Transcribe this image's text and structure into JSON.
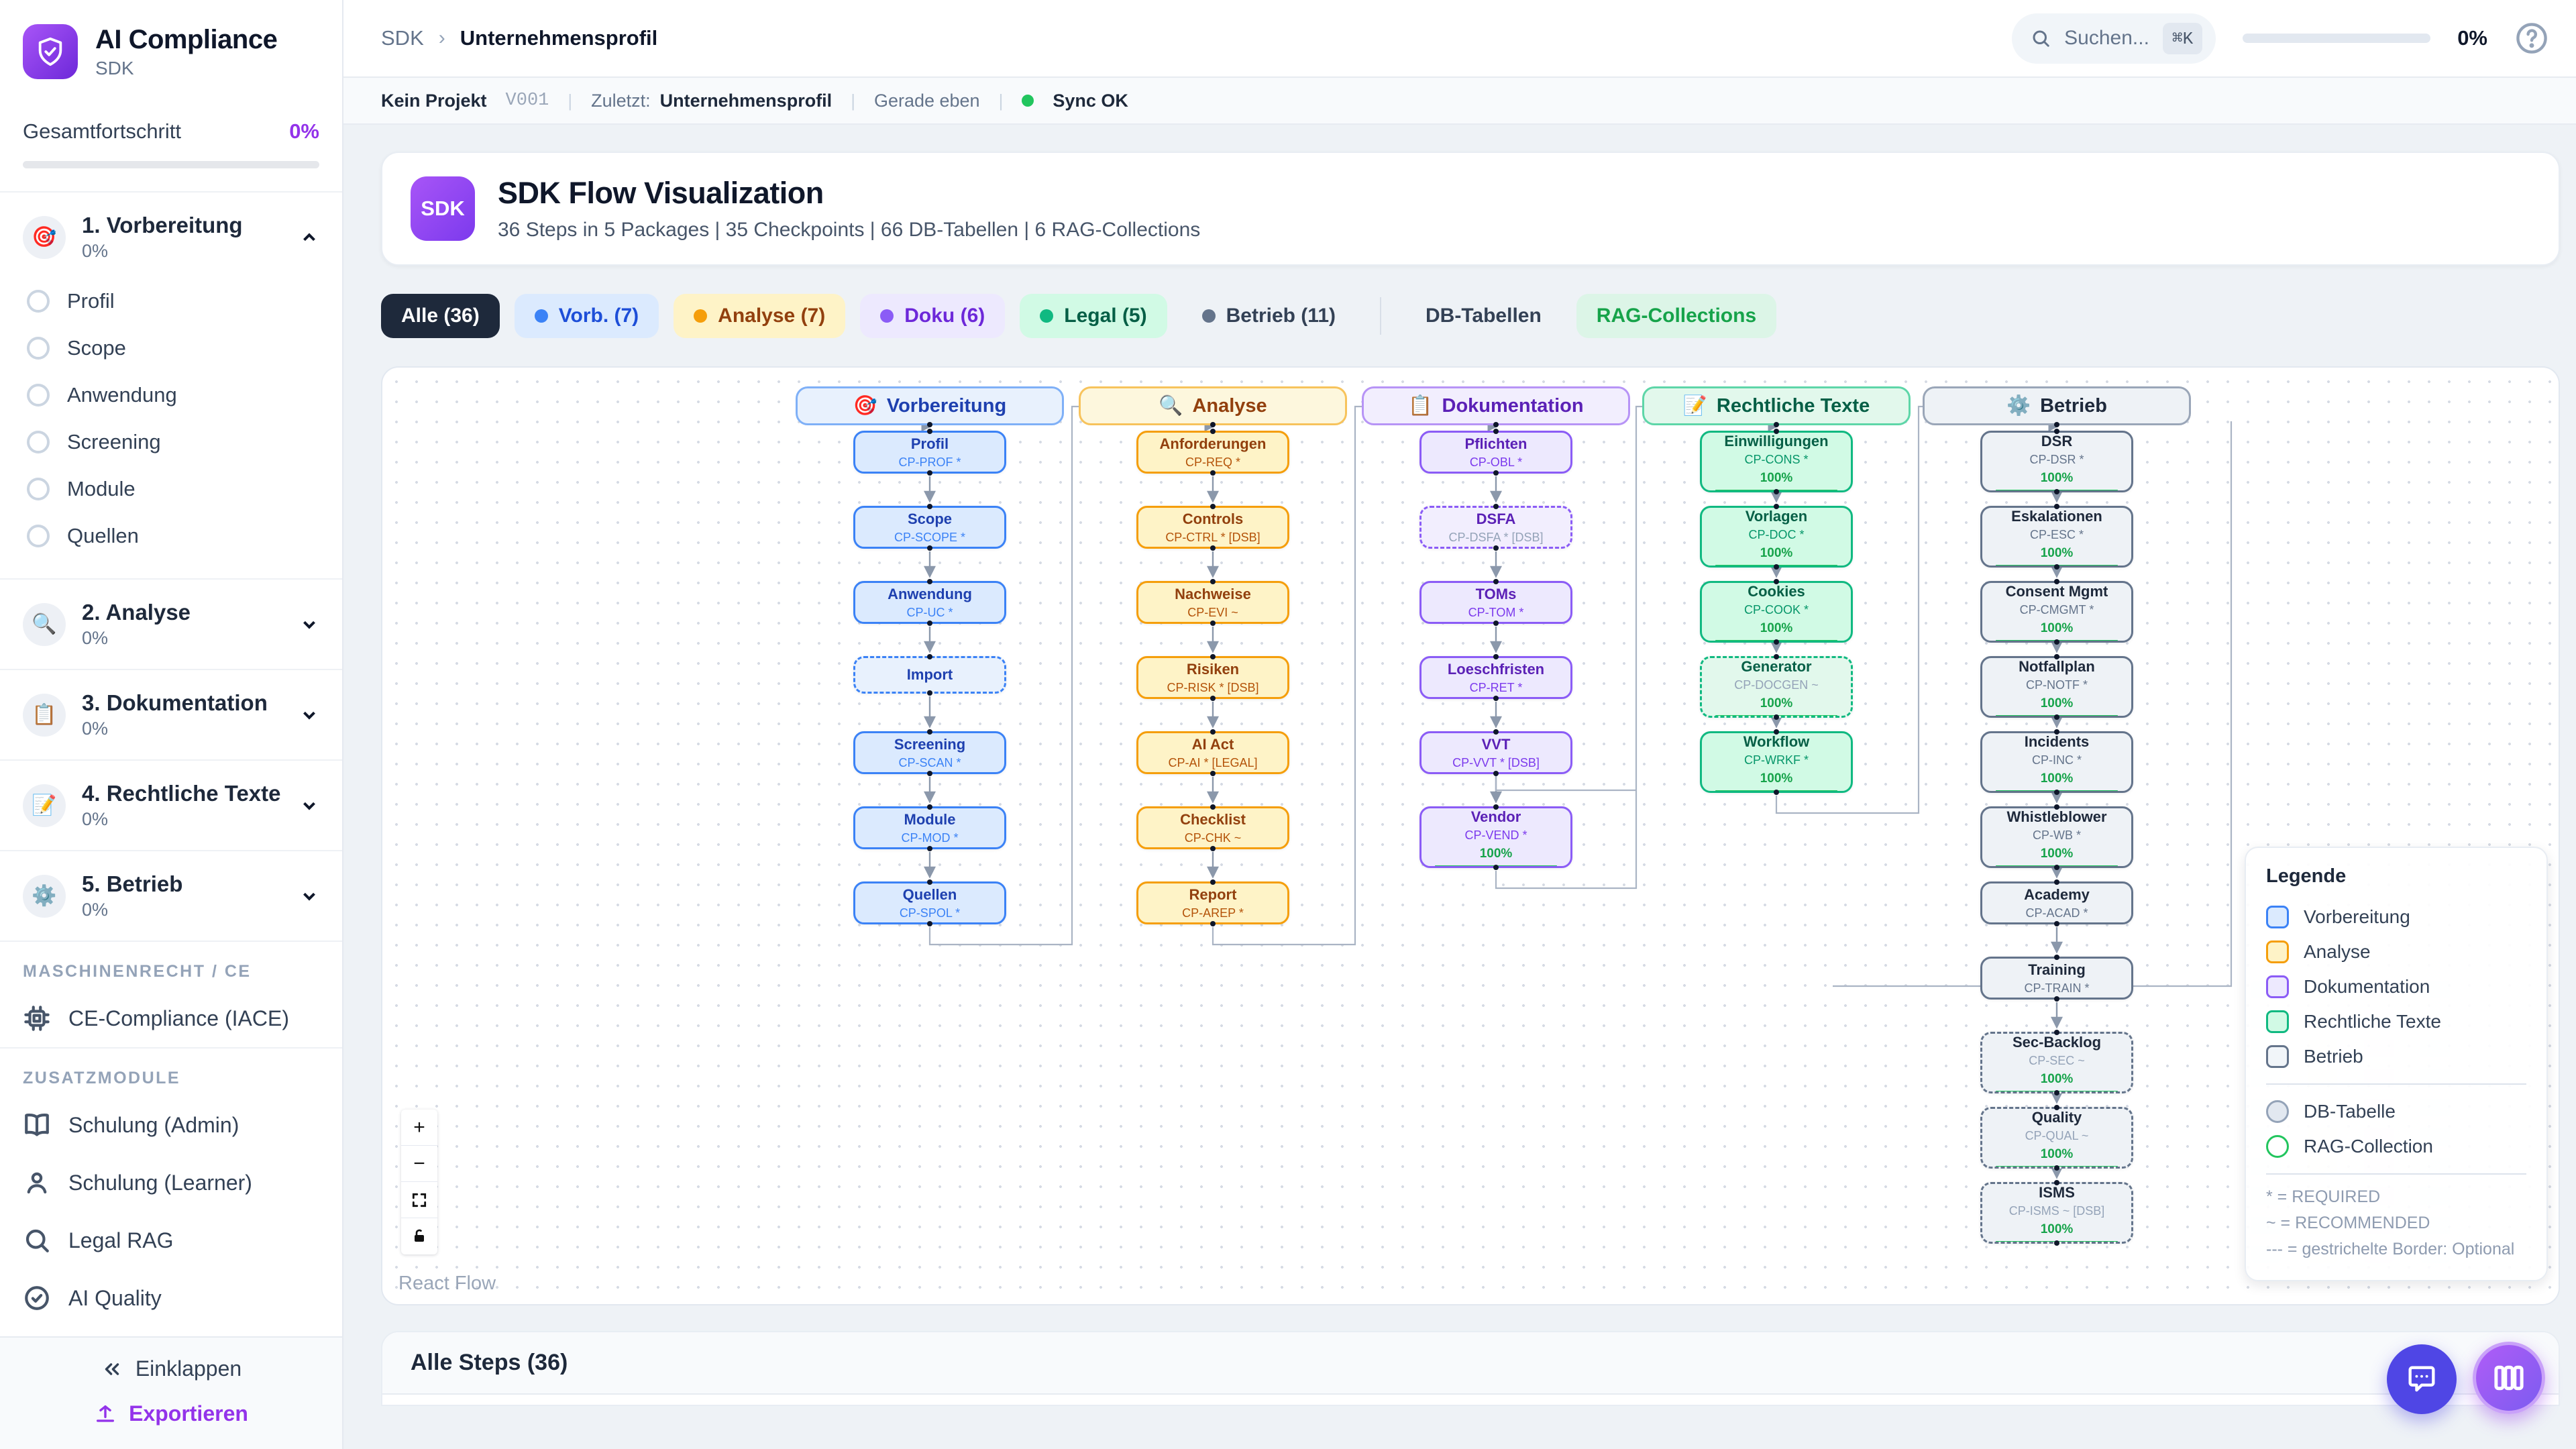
{
  "sidebar": {
    "app_title": "AI Compliance",
    "app_subtitle": "SDK",
    "overall_label": "Gesamtfortschritt",
    "overall_value": "0%",
    "sections": [
      {
        "icon": "🎯",
        "label": "1. Vorbereitung",
        "percent": "0%",
        "expanded": true,
        "items": [
          "Profil",
          "Scope",
          "Anwendung",
          "Screening",
          "Module",
          "Quellen"
        ]
      },
      {
        "icon": "🔍",
        "label": "2. Analyse",
        "percent": "0%",
        "expanded": false,
        "items": []
      },
      {
        "icon": "📋",
        "label": "3. Dokumentation",
        "percent": "0%",
        "expanded": false,
        "items": []
      },
      {
        "icon": "📝",
        "label": "4. Rechtliche Texte",
        "percent": "0%",
        "expanded": false,
        "items": []
      },
      {
        "icon": "⚙️",
        "label": "5. Betrieb",
        "percent": "0%",
        "expanded": false,
        "items": []
      }
    ],
    "group_machine_label": "MASCHINENRECHT / CE",
    "machine_item": "CE-Compliance (IACE)",
    "group_extra_label": "ZUSATZMODULE",
    "extras": [
      {
        "icon": "book",
        "label": "Schulung (Admin)"
      },
      {
        "icon": "person",
        "label": "Schulung (Learner)"
      },
      {
        "icon": "search",
        "label": "Legal RAG"
      },
      {
        "icon": "check-circle",
        "label": "AI Quality"
      }
    ],
    "collapse_label": "Einklappen",
    "export_label": "Exportieren"
  },
  "header": {
    "breadcrumb_root": "SDK",
    "breadcrumb_current": "Unternehmensprofil",
    "search_placeholder": "Suchen...",
    "search_kbd": "⌘K",
    "progress_value": "0%"
  },
  "statusbar": {
    "project": "Kein Projekt",
    "version": "V001",
    "last_label": "Zuletzt:",
    "last_value": "Unternehmensprofil",
    "time": "Gerade eben",
    "sync": "Sync OK"
  },
  "hero": {
    "badge": "SDK",
    "title": "SDK Flow Visualization",
    "subtitle": "36 Steps in 5 Packages | 35 Checkpoints | 66 DB-Tabellen | 6 RAG-Collections"
  },
  "filters": [
    {
      "label": "Alle (36)",
      "bg": "#1e293b",
      "color": "#ffffff",
      "dot": null
    },
    {
      "label": "Vorb. (7)",
      "bg": "#dbeafe",
      "color": "#1d4ed8",
      "dot": "#3b82f6"
    },
    {
      "label": "Analyse (7)",
      "bg": "#fef3c7",
      "color": "#92400e",
      "dot": "#f59e0b"
    },
    {
      "label": "Doku (6)",
      "bg": "#ede9fe",
      "color": "#6d28d9",
      "dot": "#8b5cf6"
    },
    {
      "label": "Legal (5)",
      "bg": "#d1fae5",
      "color": "#065f46",
      "dot": "#10b981"
    },
    {
      "label": "Betrieb (11)",
      "bg": "#eef2f6",
      "color": "#334155",
      "dot": "#64748b"
    },
    {
      "type": "divider"
    },
    {
      "label": "DB-Tabellen",
      "bg": "#eef2f6",
      "color": "#334155",
      "dot": null
    },
    {
      "label": "RAG-Collections",
      "bg": "#dcf5e7",
      "color": "#16a34a",
      "dot": null
    }
  ],
  "flow": {
    "columns": [
      {
        "id": "vorbereitung",
        "icon": "🎯",
        "label": "Vorbereitung",
        "accent": "#3b82f6",
        "head_border": "#7fb0f7",
        "bg": "#dbeafe",
        "bg_dashed": "#e8f1fd",
        "title_color": "#1e40af",
        "code_color": "#3b82f6",
        "nodes": [
          {
            "title": "Profil",
            "code": "CP-PROF *"
          },
          {
            "title": "Scope",
            "code": "CP-SCOPE *"
          },
          {
            "title": "Anwendung",
            "code": "CP-UC *"
          },
          {
            "title": "Import",
            "code": "",
            "dashed": true
          },
          {
            "title": "Screening",
            "code": "CP-SCAN *"
          },
          {
            "title": "Module",
            "code": "CP-MOD *"
          },
          {
            "title": "Quellen",
            "code": "CP-SPOL *"
          }
        ]
      },
      {
        "id": "analyse",
        "icon": "🔍",
        "label": "Analyse",
        "accent": "#f59e0b",
        "head_border": "#f7c35c",
        "bg": "#fef3c7",
        "bg_dashed": "#fdf7dd",
        "title_color": "#92400e",
        "code_color": "#b45309",
        "nodes": [
          {
            "title": "Anforderungen",
            "code": "CP-REQ *"
          },
          {
            "title": "Controls",
            "code": "CP-CTRL * [DSB]"
          },
          {
            "title": "Nachweise",
            "code": "CP-EVI ~"
          },
          {
            "title": "Risiken",
            "code": "CP-RISK * [DSB]"
          },
          {
            "title": "AI Act",
            "code": "CP-AI * [LEGAL]"
          },
          {
            "title": "Checklist",
            "code": "CP-CHK ~"
          },
          {
            "title": "Report",
            "code": "CP-AREP *"
          }
        ]
      },
      {
        "id": "dokumentation",
        "icon": "📋",
        "label": "Dokumentation",
        "accent": "#8b5cf6",
        "head_border": "#b794f6",
        "bg": "#ede9fe",
        "bg_dashed": "#f2eefe",
        "title_color": "#5b21b6",
        "code_color": "#7c3aed",
        "nodes": [
          {
            "title": "Pflichten",
            "code": "CP-OBL *"
          },
          {
            "title": "DSFA",
            "code": "CP-DSFA * [DSB]",
            "dashed": true
          },
          {
            "title": "TOMs",
            "code": "CP-TOM *"
          },
          {
            "title": "Loeschfristen",
            "code": "CP-RET *"
          },
          {
            "title": "VVT",
            "code": "CP-VVT * [DSB]"
          },
          {
            "title": "Vendor",
            "code": "CP-VEND *",
            "progress": "100%"
          }
        ]
      },
      {
        "id": "rechtliche-texte",
        "icon": "📝",
        "label": "Rechtliche Texte",
        "accent": "#10b981",
        "head_border": "#5ed6a8",
        "bg": "#d1fae5",
        "bg_dashed": "#e2f8ec",
        "title_color": "#065f46",
        "code_color": "#059669",
        "nodes": [
          {
            "title": "Einwilligungen",
            "code": "CP-CONS *",
            "progress": "100%"
          },
          {
            "title": "Vorlagen",
            "code": "CP-DOC *",
            "progress": "100%"
          },
          {
            "title": "Cookies",
            "code": "CP-COOK *",
            "progress": "100%"
          },
          {
            "title": "Generator",
            "code": "CP-DOCGEN ~",
            "dashed": true,
            "progress": "100%"
          },
          {
            "title": "Workflow",
            "code": "CP-WRKF *",
            "progress": "100%"
          }
        ]
      },
      {
        "id": "betrieb",
        "icon": "⚙️",
        "label": "Betrieb",
        "accent": "#64748b",
        "head_border": "#9aa6b8",
        "bg": "#eef2f6",
        "bg_dashed": "#eef2f6",
        "title_color": "#1e293b",
        "code_color": "#64748b",
        "nodes": [
          {
            "title": "DSR",
            "code": "CP-DSR *",
            "progress": "100%"
          },
          {
            "title": "Eskalationen",
            "code": "CP-ESC *",
            "progress": "100%"
          },
          {
            "title": "Consent Mgmt",
            "code": "CP-CMGMT *",
            "progress": "100%"
          },
          {
            "title": "Notfallplan",
            "code": "CP-NOTF *",
            "progress": "100%"
          },
          {
            "title": "Incidents",
            "code": "CP-INC *",
            "progress": "100%"
          },
          {
            "title": "Whistleblower",
            "code": "CP-WB *",
            "progress": "100%"
          },
          {
            "title": "Academy",
            "code": "CP-ACAD *"
          },
          {
            "title": "Training",
            "code": "CP-TRAIN *"
          },
          {
            "title": "Sec-Backlog",
            "code": "CP-SEC ~",
            "dashed": true,
            "progress": "100%"
          },
          {
            "title": "Quality",
            "code": "CP-QUAL ~",
            "dashed": true,
            "progress": "100%"
          },
          {
            "title": "ISMS",
            "code": "CP-ISMS ~ [DSB]",
            "dashed": true,
            "progress": "100%"
          }
        ]
      }
    ],
    "legend": {
      "title": "Legende",
      "package_items": [
        {
          "label": "Vorbereitung",
          "border": "#3b82f6",
          "fill": "#dbeafe"
        },
        {
          "label": "Analyse",
          "border": "#f59e0b",
          "fill": "#fef3c7"
        },
        {
          "label": "Dokumentation",
          "border": "#8b5cf6",
          "fill": "#ede9fe"
        },
        {
          "label": "Rechtliche Texte",
          "border": "#10b981",
          "fill": "#d1fae5"
        },
        {
          "label": "Betrieb",
          "border": "#64748b",
          "fill": "#f1f5f9"
        }
      ],
      "shape_items": [
        {
          "label": "DB-Tabelle",
          "border": "#94a3b8",
          "fill": "#e2e8f0"
        },
        {
          "label": "RAG-Collection",
          "border": "#22c55e",
          "fill": "#ffffff"
        }
      ],
      "notes": [
        "* = REQUIRED",
        "~ = RECOMMENDED",
        "--- = gestrichelte Border: Optional"
      ]
    },
    "attribution": "React Flow",
    "progress_color": "#22c55e"
  },
  "bottom": {
    "title": "Alle Steps (36)"
  }
}
